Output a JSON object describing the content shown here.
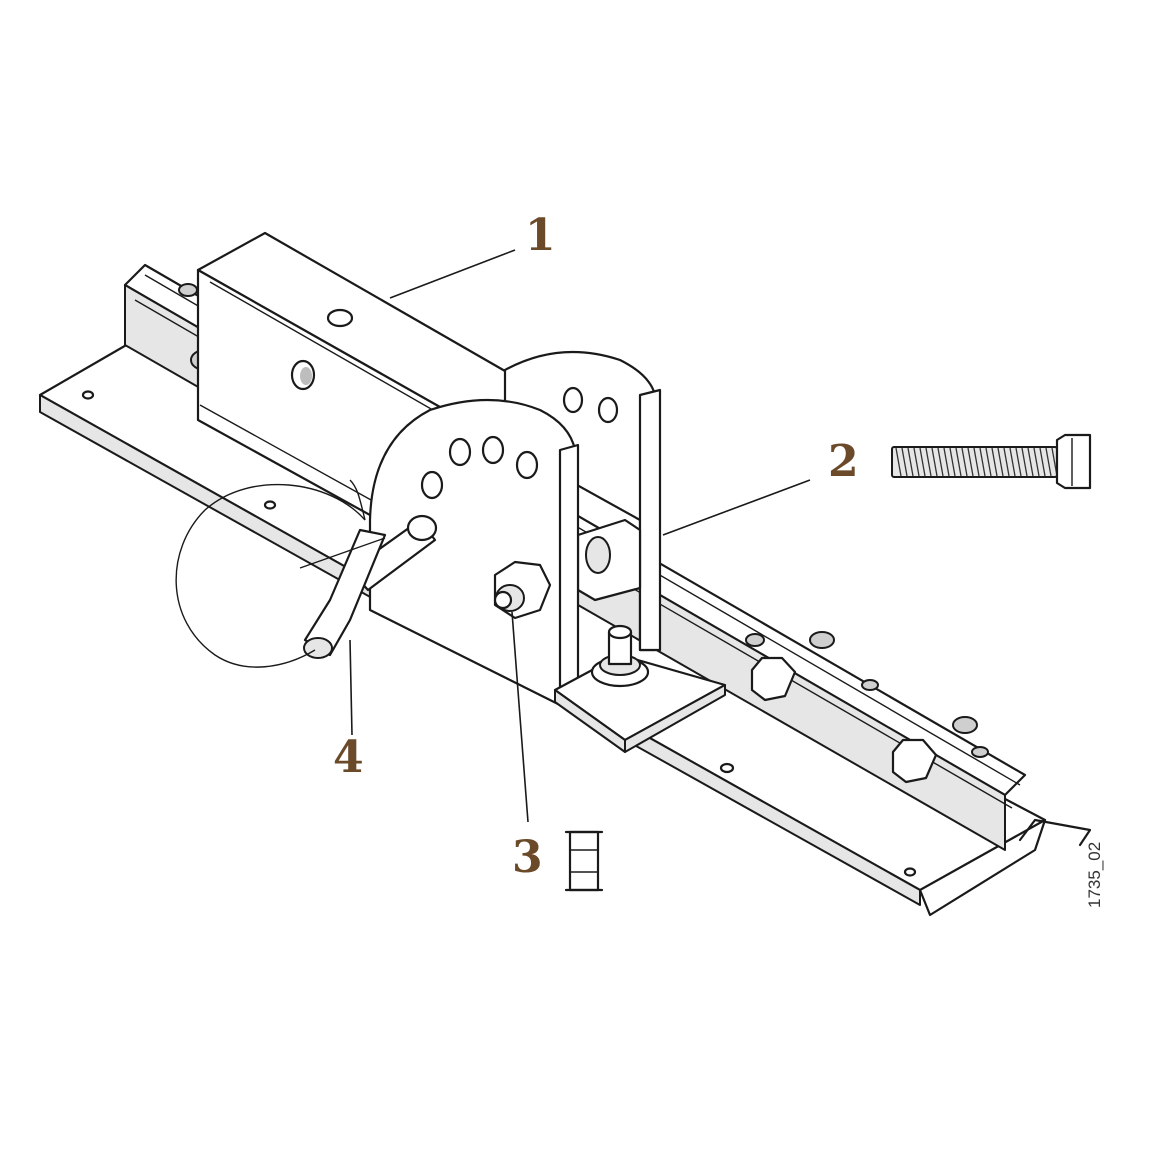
{
  "callouts": {
    "c1": "1",
    "c2": "2",
    "c3": "3",
    "c4": "4"
  },
  "figure_code": "1735_02"
}
